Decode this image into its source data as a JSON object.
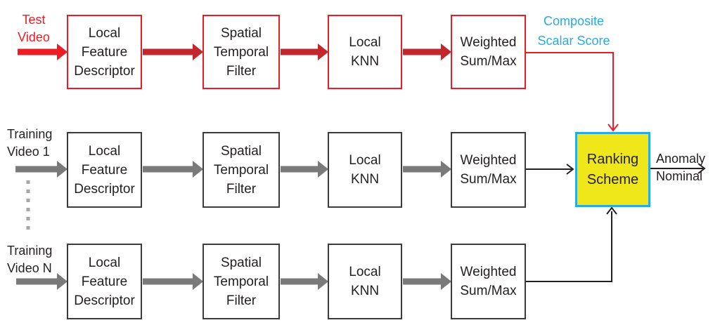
{
  "colors": {
    "test_accent": "#ec1c24",
    "test_thick_arrow": "#c1272d",
    "training_thick_arrow": "#7a7a7a",
    "training_box_border": "#3c3c3c",
    "ellipsis_dots": "#a6a6a6",
    "score_text": "#29abe2",
    "ranking_border": "#29abe2",
    "ranking_fill": "#f0e71b",
    "body_text": "#231f20"
  },
  "pipelines": [
    {
      "name": "test-video",
      "source": {
        "lines": [
          "Test",
          "Video"
        ]
      },
      "stages": [
        {
          "lines": [
            "Local",
            "Feature",
            "Descriptor"
          ]
        },
        {
          "lines": [
            "Spatial",
            "Temporal",
            "Filter"
          ]
        },
        {
          "lines": [
            "Local",
            "KNN"
          ]
        },
        {
          "lines": [
            "Weighted",
            "Sum/Max"
          ]
        }
      ],
      "score_label": {
        "lines": [
          "Composite",
          "Scalar Score"
        ]
      }
    },
    {
      "name": "training-video-1",
      "source": {
        "lines": [
          "Training",
          "Video 1"
        ]
      },
      "stages": [
        {
          "lines": [
            "Local",
            "Feature",
            "Descriptor"
          ]
        },
        {
          "lines": [
            "Spatial",
            "Temporal",
            "Filter"
          ]
        },
        {
          "lines": [
            "Local",
            "KNN"
          ]
        },
        {
          "lines": [
            "Weighted",
            "Sum/Max"
          ]
        }
      ]
    },
    {
      "name": "training-video-n",
      "source": {
        "lines": [
          "Training",
          "Video N"
        ]
      },
      "stages": [
        {
          "lines": [
            "Local",
            "Feature",
            "Descriptor"
          ]
        },
        {
          "lines": [
            "Spatial",
            "Temporal",
            "Filter"
          ]
        },
        {
          "lines": [
            "Local",
            "KNN"
          ]
        },
        {
          "lines": [
            "Weighted",
            "Sum/Max"
          ]
        }
      ]
    }
  ],
  "ranking": {
    "lines": [
      "Ranking",
      "Scheme"
    ]
  },
  "final_output": {
    "lines": [
      "Anomaly",
      "Nominal"
    ]
  }
}
